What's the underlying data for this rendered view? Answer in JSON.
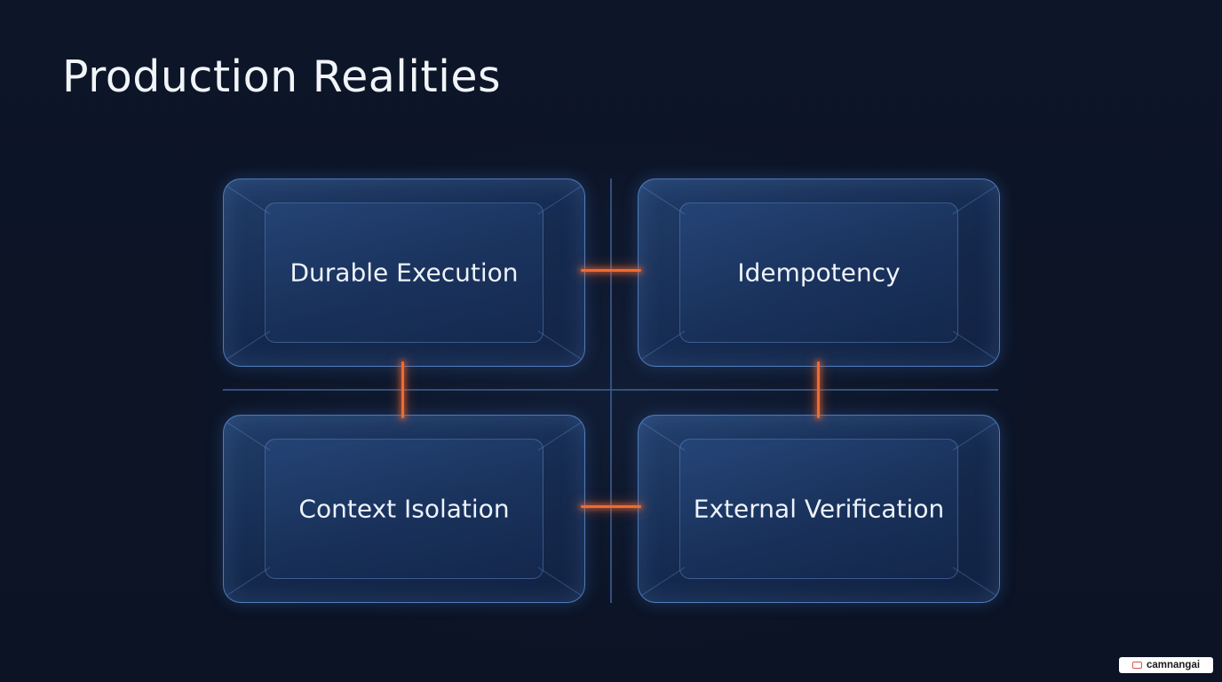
{
  "slide": {
    "title": "Production Realities"
  },
  "blocks": [
    {
      "id": "top-left",
      "label": "Durable Execution"
    },
    {
      "id": "top-right",
      "label": "Idempotency"
    },
    {
      "id": "bottom-left",
      "label": "Context Isolation"
    },
    {
      "id": "bottom-right",
      "label": "External Verification"
    }
  ],
  "colors": {
    "background": "#0c1426",
    "block_border": "#6496dc",
    "connector": "#f06a32",
    "divider": "#3a5a8c"
  },
  "watermark": {
    "text": "camnangai",
    "icon": "book-icon"
  }
}
